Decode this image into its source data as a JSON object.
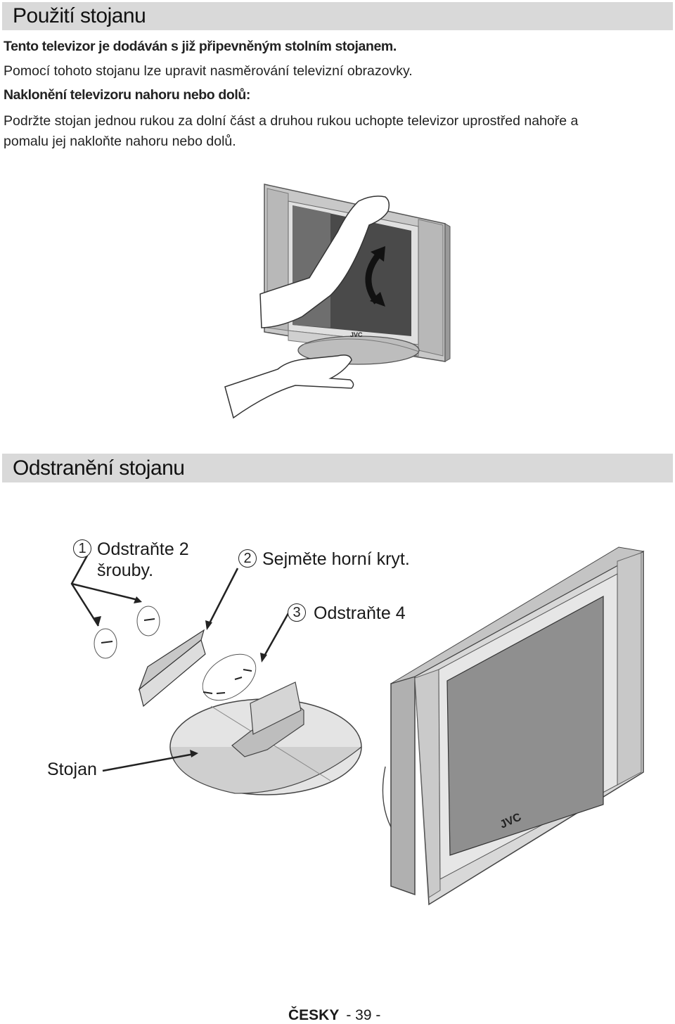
{
  "section1": {
    "title": "Použití stojanu",
    "intro_bold": "Tento televizor je dodáván s již připevněným stolním stojanem.",
    "intro": "Pomocí tohoto stojanu lze upravit nasměrování televizní obrazovky.",
    "tilt_title": "Naklonění televizoru nahoru nebo dolů:",
    "tilt_text_line1": "Podržte stojan jednou rukou za dolní část a druhou rukou uchopte televizor uprostřed nahoře a",
    "tilt_text_line2": "pomalu jej nakloňte nahoru nebo dolů."
  },
  "section2": {
    "title": "Odstranění stojanu",
    "steps": [
      {
        "number": "1",
        "line1": "Odstraňte  2",
        "line2": "šrouby."
      },
      {
        "number": "2",
        "line1": "Sejměte horní kryt."
      },
      {
        "number": "3",
        "line1": "Odstraňte 4"
      }
    ],
    "stand_label": "Stojan"
  },
  "tv_brand": "JVC",
  "footer": {
    "language": "ČESKY",
    "page": "- 39 -"
  },
  "colors": {
    "header_bg": "#d9d9d9",
    "screen_dark": "#4a4a4a"
  }
}
